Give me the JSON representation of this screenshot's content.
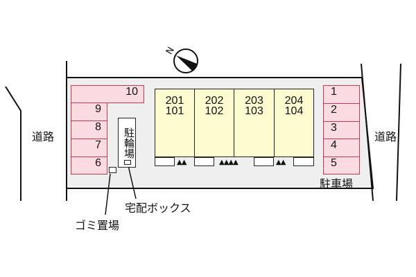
{
  "road_left": "道路",
  "road_right": "道路",
  "parking_label": "駐車場",
  "bicycle_parking": "駐輪場",
  "delivery_box": "宅配ボックス",
  "garbage": "ゴミ置場",
  "compass_label": "N",
  "parking_left": [
    "10",
    "9",
    "8",
    "7",
    "6"
  ],
  "parking_right": [
    "1",
    "2",
    "3",
    "4",
    "5"
  ],
  "units": [
    {
      "upper": "201",
      "lower": "101"
    },
    {
      "upper": "202",
      "lower": "102"
    },
    {
      "upper": "203",
      "lower": "103"
    },
    {
      "upper": "204",
      "lower": "104"
    }
  ],
  "entrance_marks": [
    "▲▲",
    "▲▲▲▲",
    "▲▲"
  ]
}
